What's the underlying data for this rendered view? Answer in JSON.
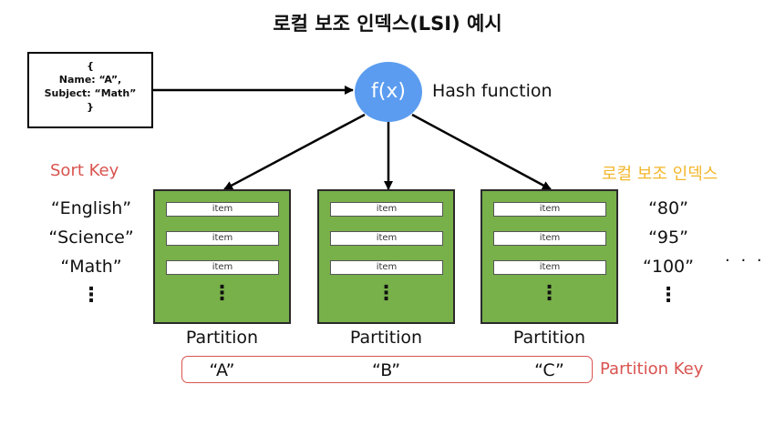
{
  "title": "로컬 보조 인덱스(LSI) 예시",
  "json_box": {
    "lines": [
      "{",
      "Name: “A”,",
      "Subject: “Math”",
      "}"
    ]
  },
  "hash": {
    "symbol": "f(x)",
    "label": "Hash function",
    "color": "#5b9cf0"
  },
  "sort_key": {
    "label": "Sort Key",
    "values": [
      "“English”",
      "“Science”",
      "“Math”"
    ],
    "ellipsis": "⋮",
    "color": "#d9534f"
  },
  "lsi": {
    "label": "로컬 보조 인덱스",
    "values": [
      "“80”",
      "“95”",
      "“100”"
    ],
    "ellipsis": "⋮",
    "more": "· · ·",
    "color": "#f3b62b"
  },
  "partitions": [
    {
      "label": "Partition",
      "key": "“A”",
      "items": [
        "item",
        "item",
        "item"
      ],
      "ellipsis": "⋮"
    },
    {
      "label": "Partition",
      "key": "“B”",
      "items": [
        "item",
        "item",
        "item"
      ],
      "ellipsis": "⋮"
    },
    {
      "label": "Partition",
      "key": "“C”",
      "items": [
        "item",
        "item",
        "item"
      ],
      "ellipsis": "⋮"
    }
  ],
  "partition_key": {
    "label": "Partition Key",
    "color": "#d9534f"
  },
  "partition_color": "#78b04a"
}
